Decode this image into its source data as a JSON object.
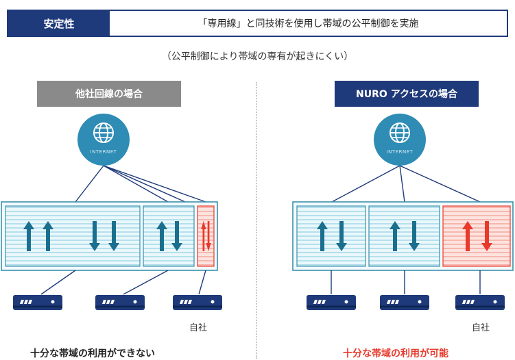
{
  "header": {
    "tag": "安定性",
    "text": "「専用線」と同技術を使用し帯域の公平制御を実施"
  },
  "subtitle": "（公平制御により帯域の専有が起きにくい）",
  "left_panel": {
    "title": "他社回線の場合",
    "globe_label": "INTERNET",
    "own_label": "自社",
    "caption": "十分な帯域の利用ができない"
  },
  "right_panel": {
    "title": "NURO アクセスの場合",
    "globe_label": "INTERNET",
    "own_label": "自社",
    "caption": "十分な帯域の利用が可能"
  },
  "colors": {
    "navy": "#1f3a7a",
    "teal": "#2e8cb5",
    "cyan_fill": "#dff3f8",
    "red": "#e8392b",
    "gray": "#8a8a8a"
  },
  "icons": [
    "globe-icon",
    "router-icon",
    "up-arrow-icon",
    "down-arrow-icon"
  ]
}
